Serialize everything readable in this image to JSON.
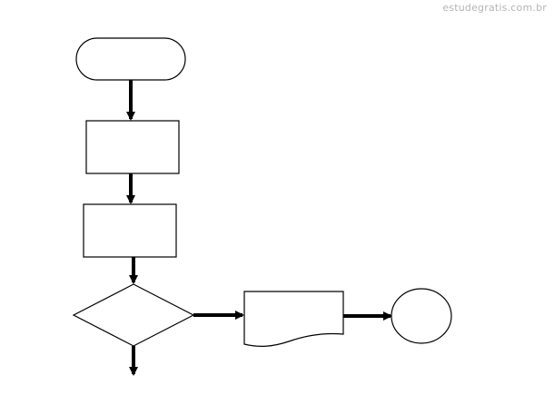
{
  "watermark": "estudegratis.com.br",
  "diagram": {
    "shapes": [
      {
        "id": "terminator",
        "kind": "terminator",
        "label": ""
      },
      {
        "id": "process-1",
        "kind": "process",
        "label": ""
      },
      {
        "id": "process-2",
        "kind": "process",
        "label": ""
      },
      {
        "id": "decision",
        "kind": "decision",
        "label": ""
      },
      {
        "id": "document",
        "kind": "document",
        "label": ""
      },
      {
        "id": "connector",
        "kind": "connector",
        "label": ""
      }
    ],
    "connections": [
      {
        "from": "terminator",
        "to": "process-1"
      },
      {
        "from": "process-1",
        "to": "process-2"
      },
      {
        "from": "process-2",
        "to": "decision"
      },
      {
        "from": "decision",
        "to": "document"
      },
      {
        "from": "document",
        "to": "connector"
      },
      {
        "from": "decision",
        "to": "exit"
      }
    ],
    "colors": {
      "stroke": "#000000",
      "fill": "#ffffff",
      "watermark": "#b4b4b4"
    }
  }
}
